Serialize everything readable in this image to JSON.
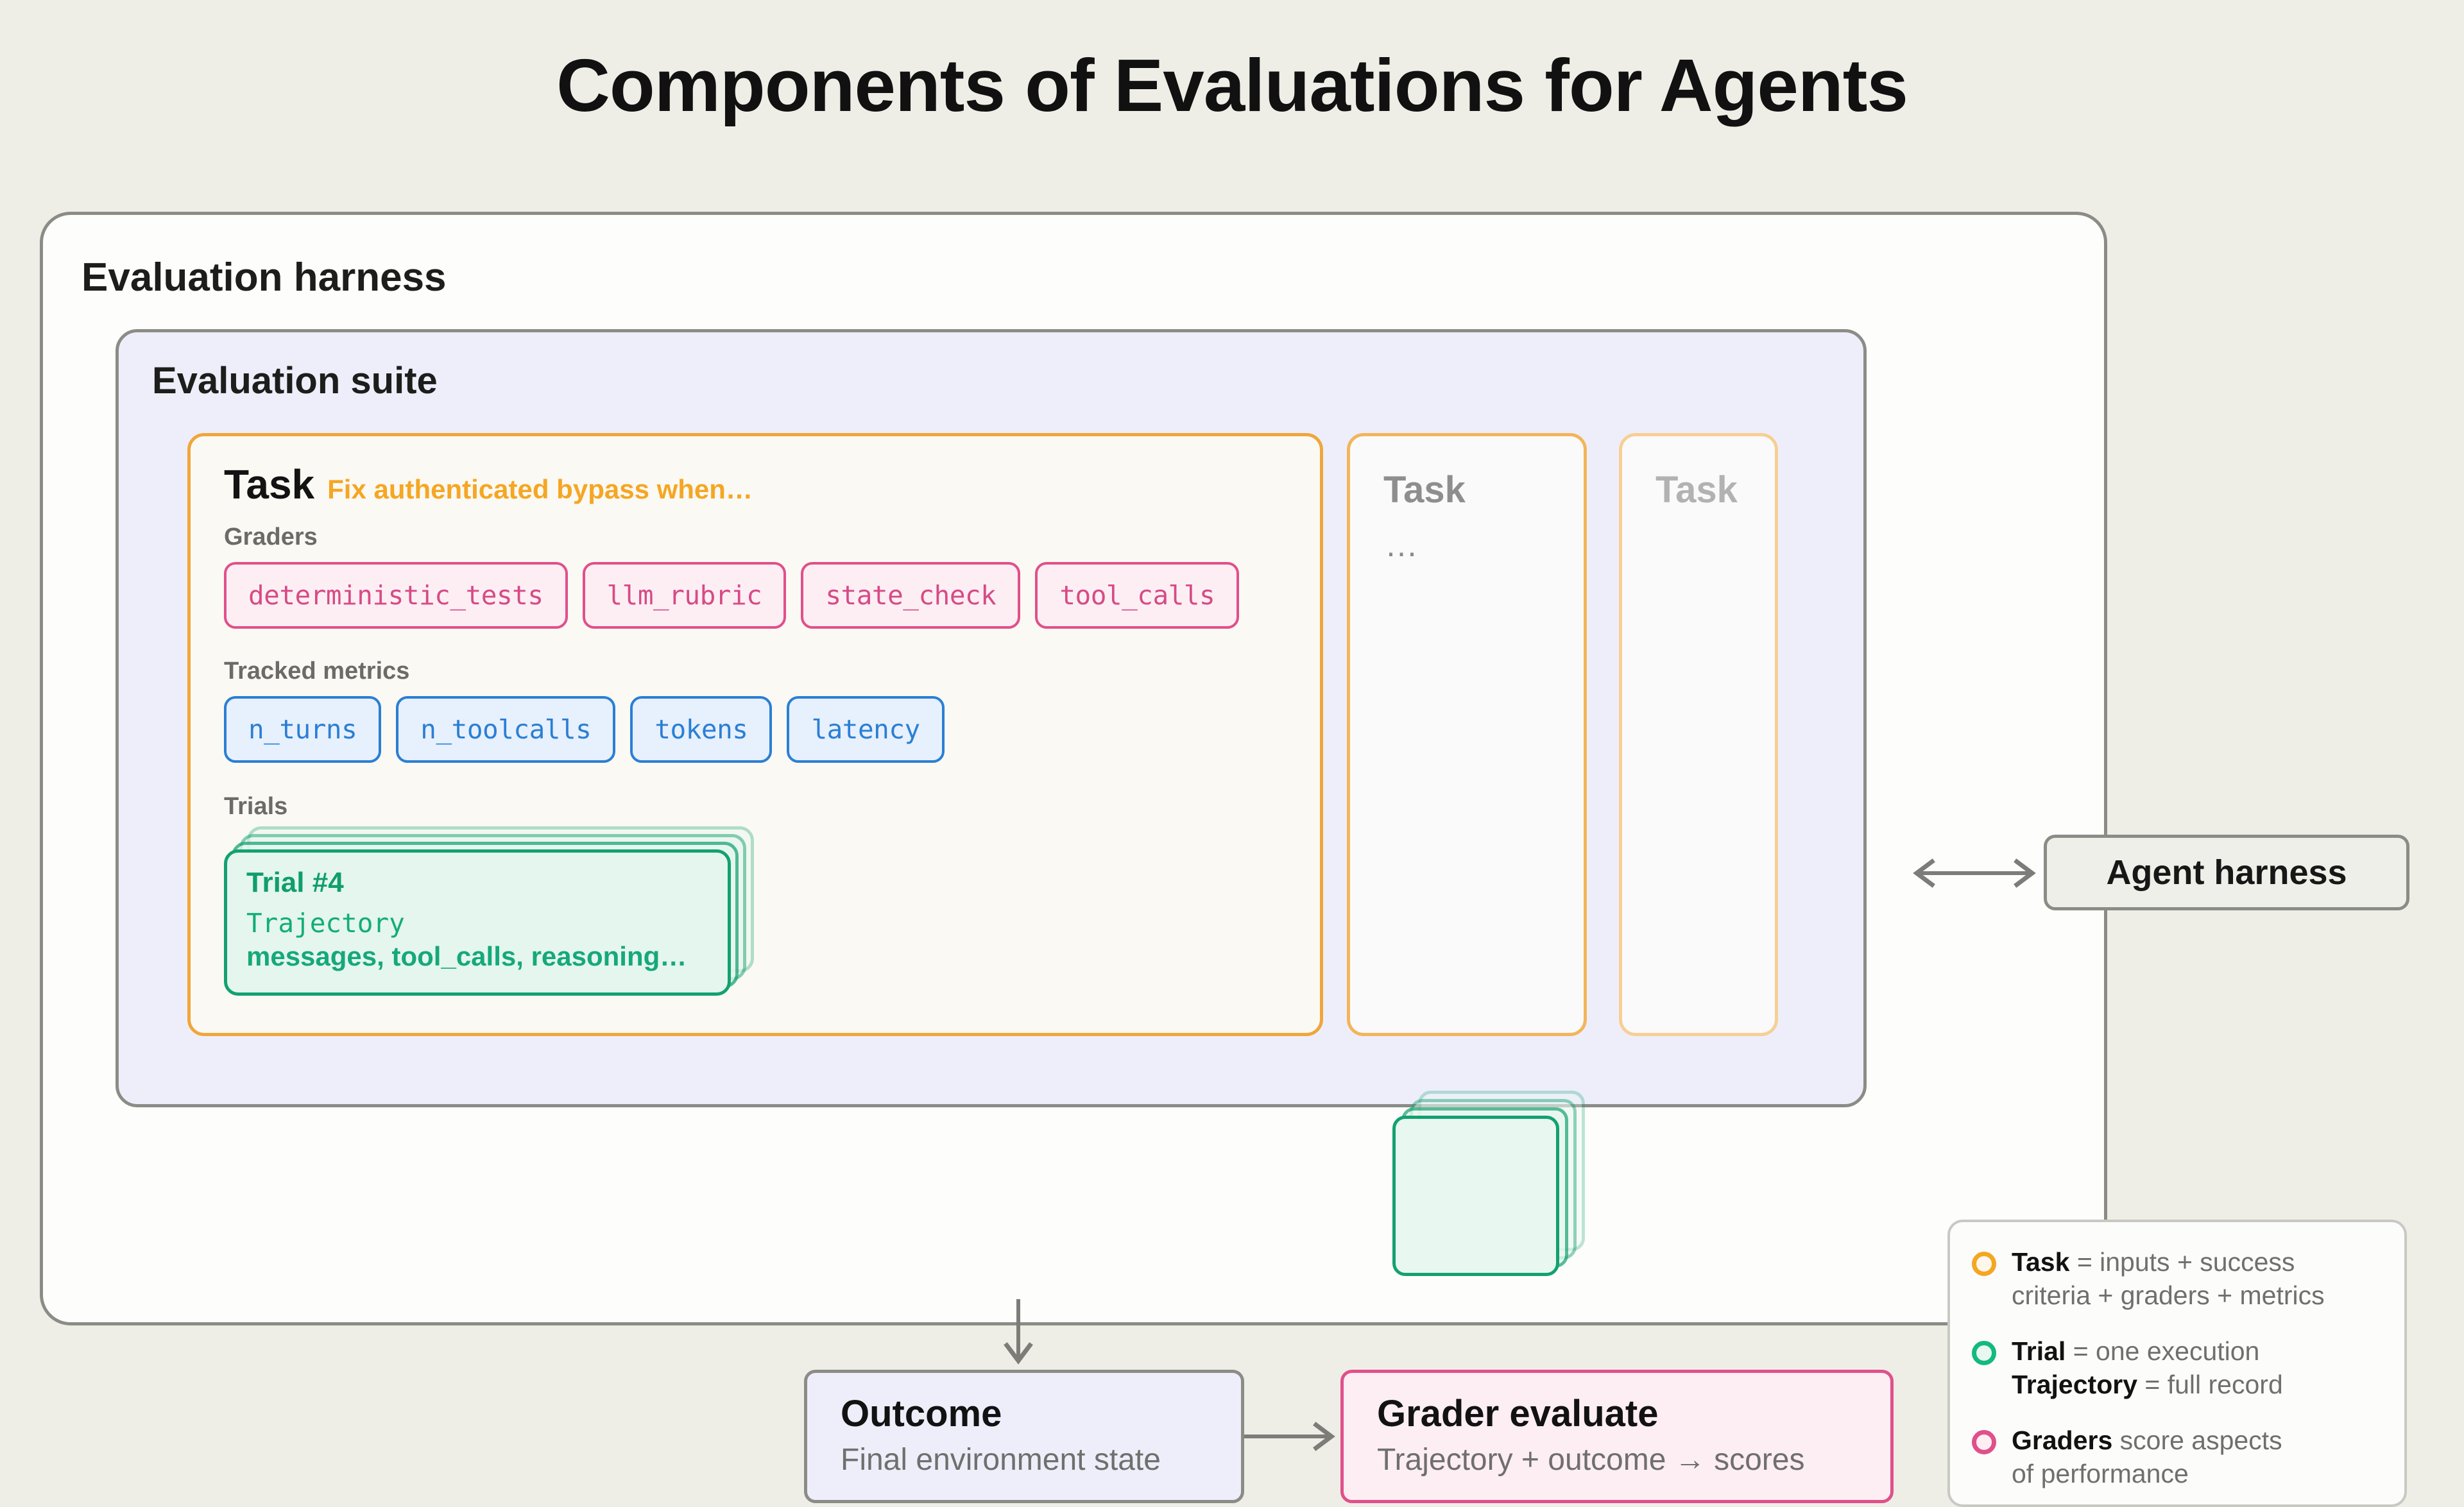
{
  "title": "Components of Evaluations for Agents",
  "harness": {
    "label": "Evaluation harness"
  },
  "suite": {
    "label": "Evaluation suite"
  },
  "task_main": {
    "title": "Task",
    "subtitle": "Fix authenticated bypass when…",
    "graders_label": "Graders",
    "graders": [
      "deterministic_tests",
      "llm_rubric",
      "state_check",
      "tool_calls"
    ],
    "metrics_label": "Tracked metrics",
    "metrics": [
      "n_turns",
      "n_toolcalls",
      "tokens",
      "latency"
    ],
    "trials_label": "Trials",
    "trial": {
      "number": "Trial #4",
      "trajectory_label": "Trajectory",
      "fields": "messages, tool_calls, reasoning…"
    }
  },
  "task_ghosts": [
    {
      "title": "Task",
      "dots": "…"
    },
    {
      "title": "Task"
    }
  ],
  "agent": {
    "label": "Agent harness"
  },
  "outcome": {
    "title": "Outcome",
    "subtitle": "Final environment state"
  },
  "grader_evaluate": {
    "title": "Grader evaluate",
    "subtitle": "Trajectory + outcome → scores"
  },
  "legend": {
    "items": [
      {
        "color": "#F5A623",
        "bold1": "Task",
        "rest1": " = inputs + success",
        "line2": "criteria + graders + metrics"
      },
      {
        "color": "#13B981",
        "bold1": "Trial",
        "rest1": " = one execution",
        "bold2": "Trajectory",
        "rest2": " = full record"
      },
      {
        "color": "#E0508A",
        "bold1": "Graders",
        "rest1": " score aspects",
        "line2": "of performance"
      }
    ]
  },
  "colors": {
    "page_bg": "#efeee6",
    "task_orange": "#F5A623",
    "grader_pink": "#E0508A",
    "metric_blue": "#2A7FD4",
    "trial_green": "#13B981",
    "suite_lavender": "#EEEEFB",
    "border_gray": "#8B8C86"
  }
}
